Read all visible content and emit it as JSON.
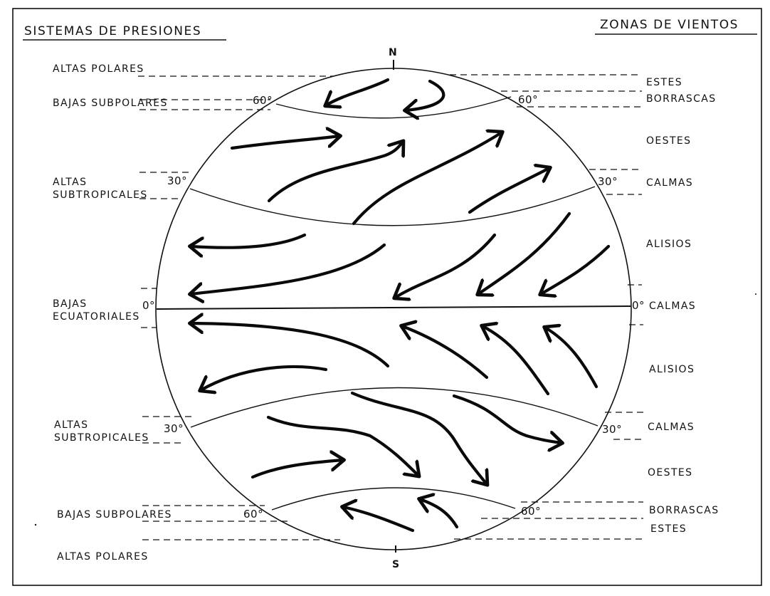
{
  "headers": {
    "left": "SISTEMAS DE PRESIONES",
    "right": "ZONAS DE VIENTOS"
  },
  "poles": {
    "north": "N",
    "south": "S"
  },
  "pressure_systems": {
    "north_polar_high": "ALTAS POLARES",
    "north_subpolar_low": "BAJAS SUBPOLARES",
    "north_subtropical_high_1": "ALTAS",
    "north_subtropical_high_2": "SUBTROPICALES",
    "equatorial_low_1": "BAJAS",
    "equatorial_low_2": "ECUATORIALES",
    "south_subtropical_high_1": "ALTAS",
    "south_subtropical_high_2": "SUBTROPICALES",
    "south_subpolar_low": "BAJAS SUBPOLARES",
    "south_polar_high": "ALTAS POLARES"
  },
  "wind_zones": {
    "north_polar_easterlies": "ESTES",
    "north_storms": "BORRASCAS",
    "north_westerlies": "OESTES",
    "north_calms": "CALMAS",
    "north_trades": "ALISIOS",
    "equatorial_calms": "CALMAS",
    "south_trades": "ALISIOS",
    "south_calms": "CALMAS",
    "south_westerlies": "OESTES",
    "south_storms": "BORRASCAS",
    "south_polar_easterlies": "ESTES"
  },
  "latitudes": {
    "n60_left": "60°",
    "n60_right": "60°",
    "n30_left": "30°",
    "n30_right": "30°",
    "eq_left": "0°",
    "eq_right": "0°",
    "s30_left": "30°",
    "s30_right": "30°",
    "s60_left": "60°",
    "s60_right": "60°"
  },
  "colors": {
    "ink": "#111111",
    "paper": "#ffffff"
  }
}
